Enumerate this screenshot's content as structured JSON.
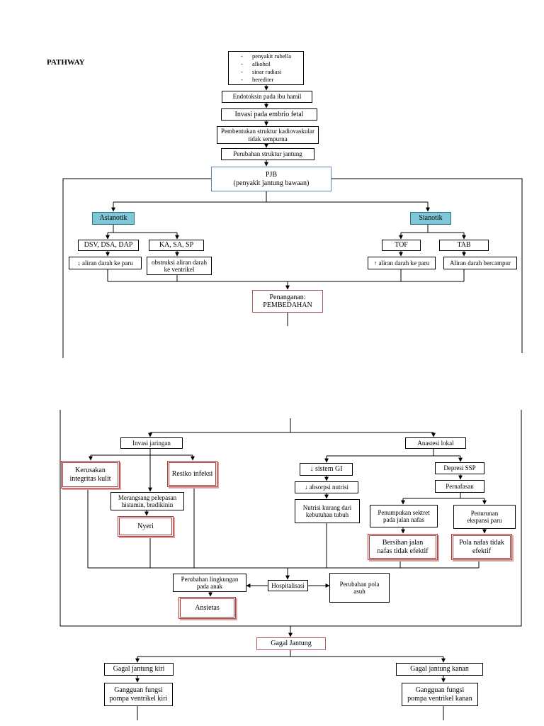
{
  "title": "PATHWAY",
  "causes": [
    "penyakit rubella",
    "alkohol",
    "sinar radiasi",
    "herediter"
  ],
  "nodes": {
    "endotoksin": "Endotoksin pada ibu hamil",
    "invasi_embrio": "Invasi pada embrio fetal",
    "pembentukan_1": "Pembentukan struktur kadiovaskular",
    "pembentukan_2": "tidak sempurna",
    "perubahan_struktur": "Perubahan struktur jantung",
    "pjb_1": "PJB",
    "pjb_2": "(penyakit jantung bawaan)",
    "asianotik": "Asianotik",
    "sianotik": "Sianotik",
    "dsv": "DSV, DSA, DAP",
    "ka": "KA, SA, SP",
    "tof": "TOF",
    "tab": "TAB",
    "aliran_turun": "↓ aliran darah ke paru",
    "obstruksi_1": "obstruksi aliran darah",
    "obstruksi_2": "ke ventrikel",
    "aliran_naik": "↑ aliran darah ke paru",
    "aliran_campur": "Aliran darah bercampur",
    "penanganan_1": "Penanganan:",
    "penanganan_2": "PEMBEDAHAN",
    "invasi_jaringan": "Invasi jaringan",
    "anastesi": "Anastesi lokal",
    "kerusakan_1": "Kerusakan",
    "kerusakan_2": "integritas kulit",
    "resiko": "Resiko infeksi",
    "merangsang_1": "Merangsang pelepasan",
    "merangsang_2": "histamin, bradikinin",
    "nyeri": "Nyeri",
    "sistem_gi": "↓ sistem GI",
    "absorpsi": "↓ absorpsi nutrisi",
    "nutrisi_1": "Nutrisi kurang dari",
    "nutrisi_2": "kebutuhan tubuh",
    "depresi": "Depresi SSP",
    "pernafasan": "Pernafasan",
    "penumpukan_1": "Penumpukan sektret",
    "penumpukan_2": "pada jalan nafas",
    "penurunan_1": "Penurunan",
    "penurunan_2": "ekspansi paru",
    "bersihan_1": "Bersihan jalan",
    "bersihan_2": "nafas tidak efektif",
    "pola_1": "Pola nafas tidak",
    "pola_2": "efektif",
    "lingkungan_1": "Perubahan lingkungan",
    "lingkungan_2": "pada anak",
    "hospitalisasi": "Hospitalisasi",
    "pola_asuh_1": "Perubahan pola",
    "pola_asuh_2": "asuh",
    "ansietas": "Ansietas",
    "gagal_jantung": "Gagal Jantung",
    "gagal_kiri": "Gagal jantung kiri",
    "gagal_kanan": "Gagal jantung kanan",
    "gangguan_kiri_1": "Gangguan fungsi",
    "gangguan_kiri_2": "pompa ventrikel kiri",
    "gangguan_kanan_1": "Gangguan fungsi",
    "gangguan_kanan_2": "pompa ventrikel kanan"
  }
}
